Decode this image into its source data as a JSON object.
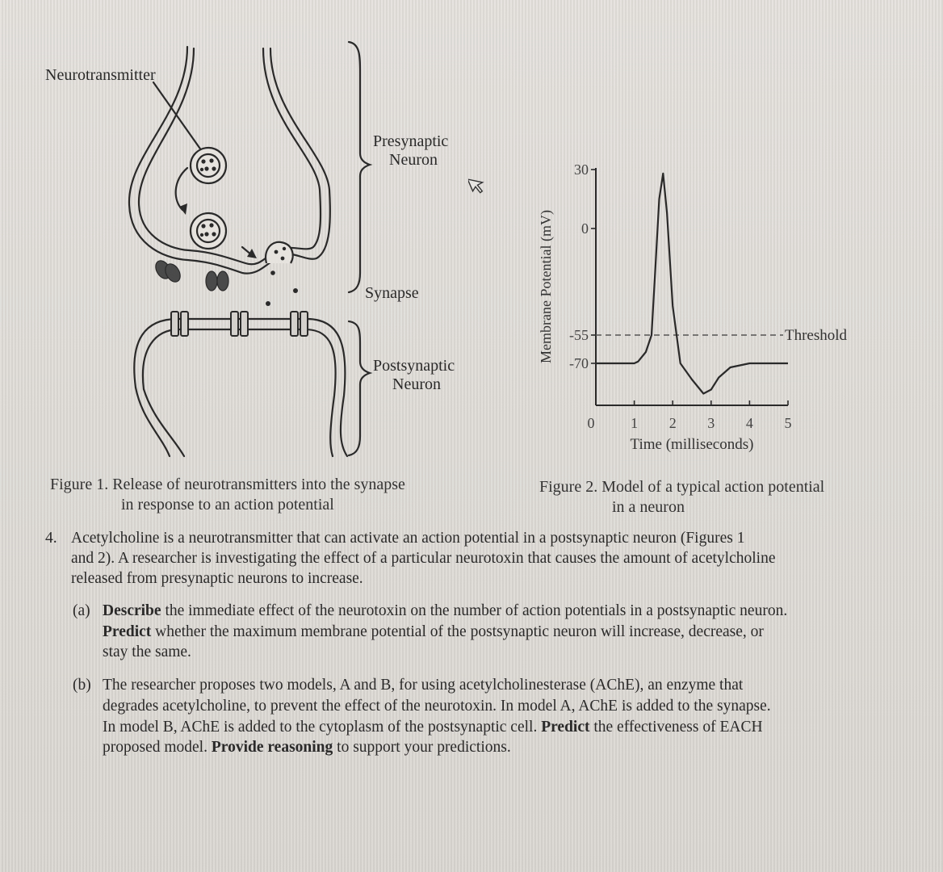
{
  "figure1": {
    "labels": {
      "neurotransmitter": "Neurotransmitter",
      "presynaptic": [
        "Presynaptic",
        "Neuron"
      ],
      "synapse": "Synapse",
      "postsynaptic": [
        "Postsynaptic",
        "Neuron"
      ]
    },
    "caption": [
      "Figure 1. Release of neurotransmitters into the synapse",
      "in response to an action potential"
    ]
  },
  "figure2": {
    "caption": [
      "Figure 2. Model of a typical action potential",
      "in a neuron"
    ]
  },
  "chart_data": {
    "type": "line",
    "title": "",
    "xlabel": "Time (milliseconds)",
    "ylabel": "Membrane Potential (mV)",
    "xlim": [
      0,
      5
    ],
    "ylim": [
      -90,
      30
    ],
    "x_ticks": [
      0,
      1,
      2,
      3,
      4,
      5
    ],
    "y_ticks": [
      30,
      0,
      -55,
      -70
    ],
    "threshold": {
      "value": -55,
      "label": "Threshold"
    },
    "series": [
      {
        "x": [
          0,
          0.5,
          1.0,
          1.1,
          1.3,
          1.45,
          1.55,
          1.65,
          1.75,
          1.85,
          2.0,
          2.2,
          2.5,
          2.8,
          3.0,
          3.2,
          3.5,
          4.0,
          4.5,
          5.0
        ],
        "values": [
          -70,
          -70,
          -70,
          -69,
          -64,
          -55,
          -20,
          15,
          28,
          8,
          -40,
          -70,
          -78,
          -85,
          -83,
          -77,
          -72,
          -70,
          -70,
          -70
        ]
      }
    ]
  },
  "question": {
    "number": "4.",
    "intro": [
      "Acetylcholine is a neurotransmitter that can activate an action potential in a postsynaptic neuron (Figures 1",
      "and 2). A researcher is investigating the effect of a particular neurotoxin that causes the amount of acetylcholine",
      "released from presynaptic neurons to increase."
    ],
    "a": {
      "label": "(a)",
      "lines": [
        {
          "bold": "Describe",
          "rest": " the immediate effect of the neurotoxin on the number of action potentials in a postsynaptic neuron."
        },
        {
          "bold": "Predict",
          "rest": " whether the maximum membrane potential of the postsynaptic neuron will increase, decrease, or"
        },
        {
          "bold": "",
          "rest": "stay the same."
        }
      ]
    },
    "b": {
      "label": "(b)",
      "line1": "The researcher proposes two models, A and B, for using acetylcholinesterase (AChE), an enzyme that",
      "line2": "degrades acetylcholine, to prevent the effect of the neurotoxin. In model A, AChE is added to the synapse.",
      "line3_pre": "In model B, AChE is added to the cytoplasm of the postsynaptic cell. ",
      "line3_bold": "Predict",
      "line3_post": " the effectiveness of EACH",
      "line4_pre": "proposed model. ",
      "line4_bold": "Provide reasoning",
      "line4_post": " to support your predictions."
    }
  },
  "colors": {
    "ink": "#2a2a2a",
    "paper": "#dedad5",
    "receptor": "#555555"
  }
}
